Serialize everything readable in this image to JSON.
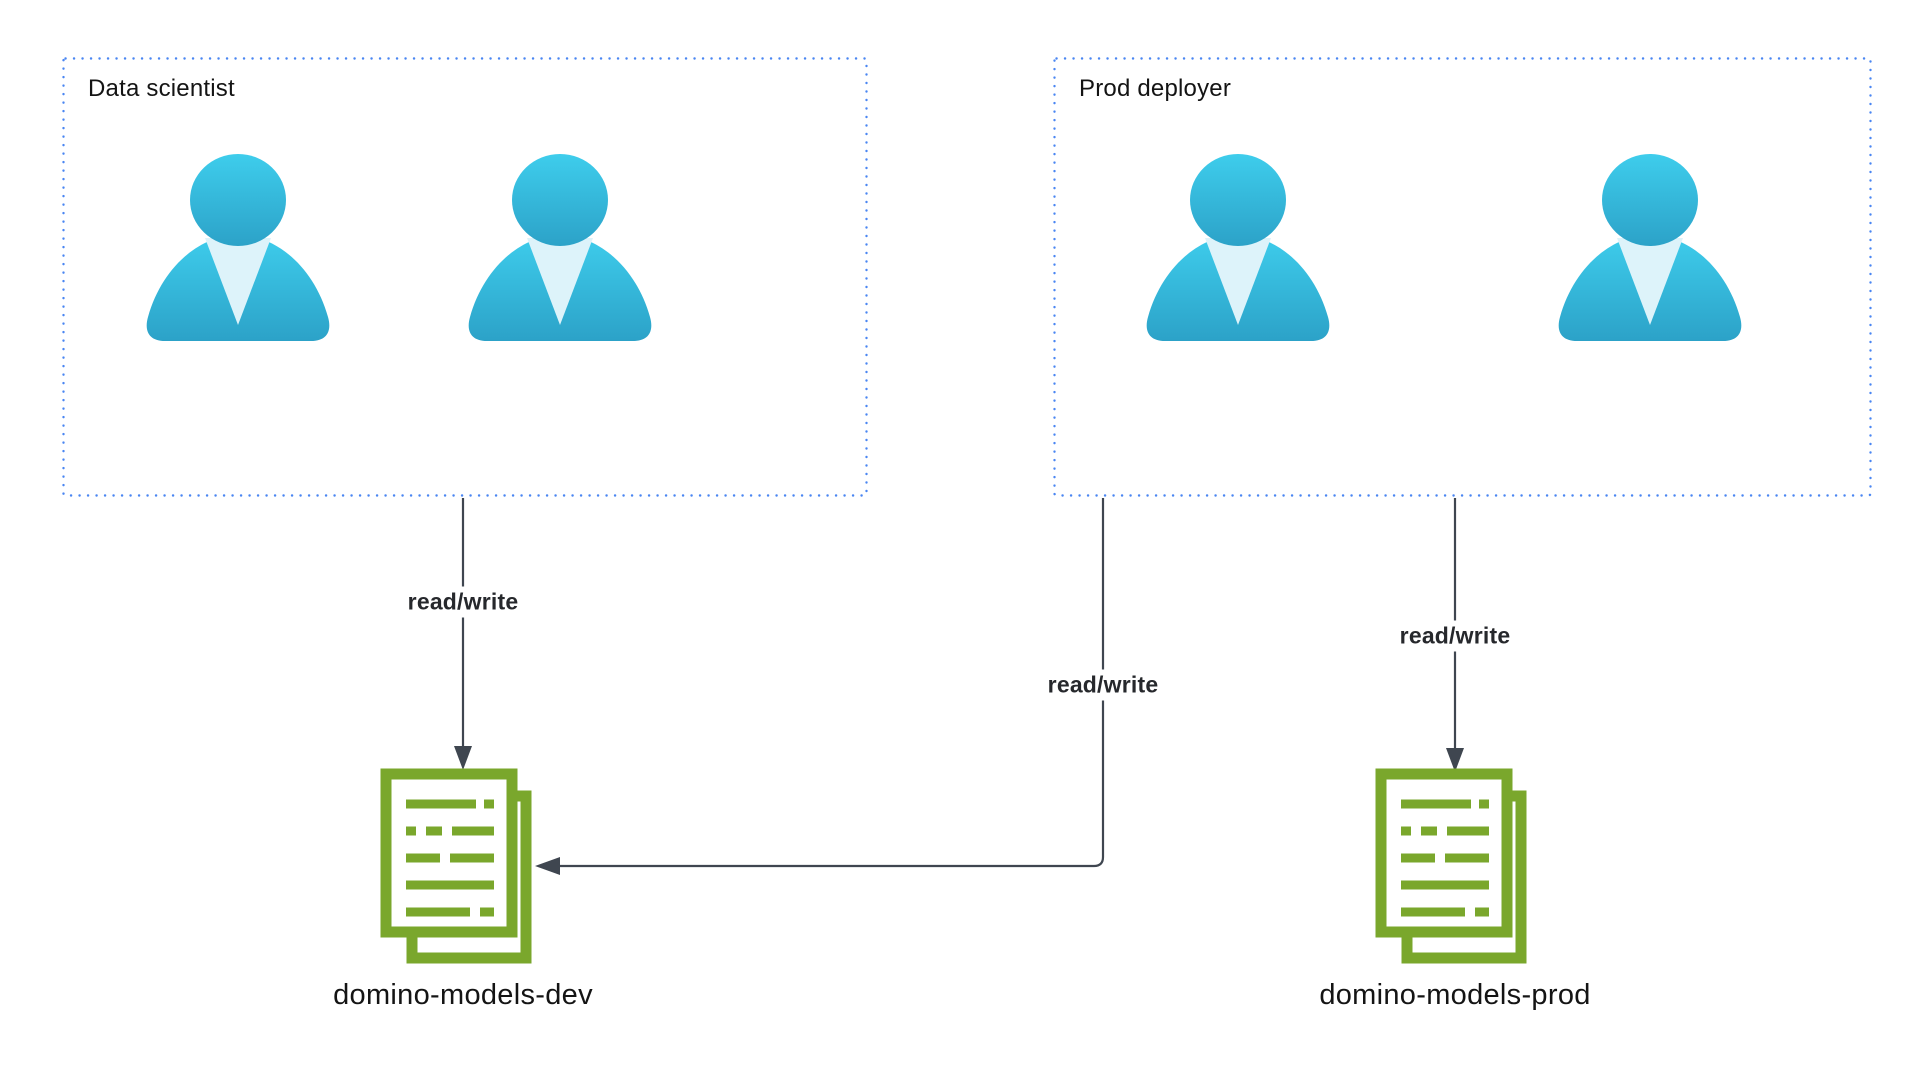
{
  "diagram": {
    "groups": [
      {
        "id": "data-scientist",
        "label": "Data scientist",
        "member_count": 2
      },
      {
        "id": "prod-deployer",
        "label": "Prod deployer",
        "member_count": 2
      }
    ],
    "edges": [
      {
        "id": "data-scientist-to-dev",
        "label": "read/write"
      },
      {
        "id": "prod-deployer-to-dev",
        "label": "read/write"
      },
      {
        "id": "prod-deployer-to-prod",
        "label": "read/write"
      }
    ],
    "registries": [
      {
        "id": "dev",
        "label": "domino-models-dev"
      },
      {
        "id": "prod",
        "label": "domino-models-prod"
      }
    ]
  },
  "colors": {
    "background": "#ffffff",
    "group_border_blue": "#4a86f2",
    "person_cyan_top": "#3ecdec",
    "person_cyan_bottom": "#2ca2c8",
    "person_neck_light": "#ddf3fa",
    "registry_green": "#7aa72c",
    "arrow_dark": "#3f4650",
    "label_text": "#141414",
    "edge_label_text": "#26282c"
  }
}
